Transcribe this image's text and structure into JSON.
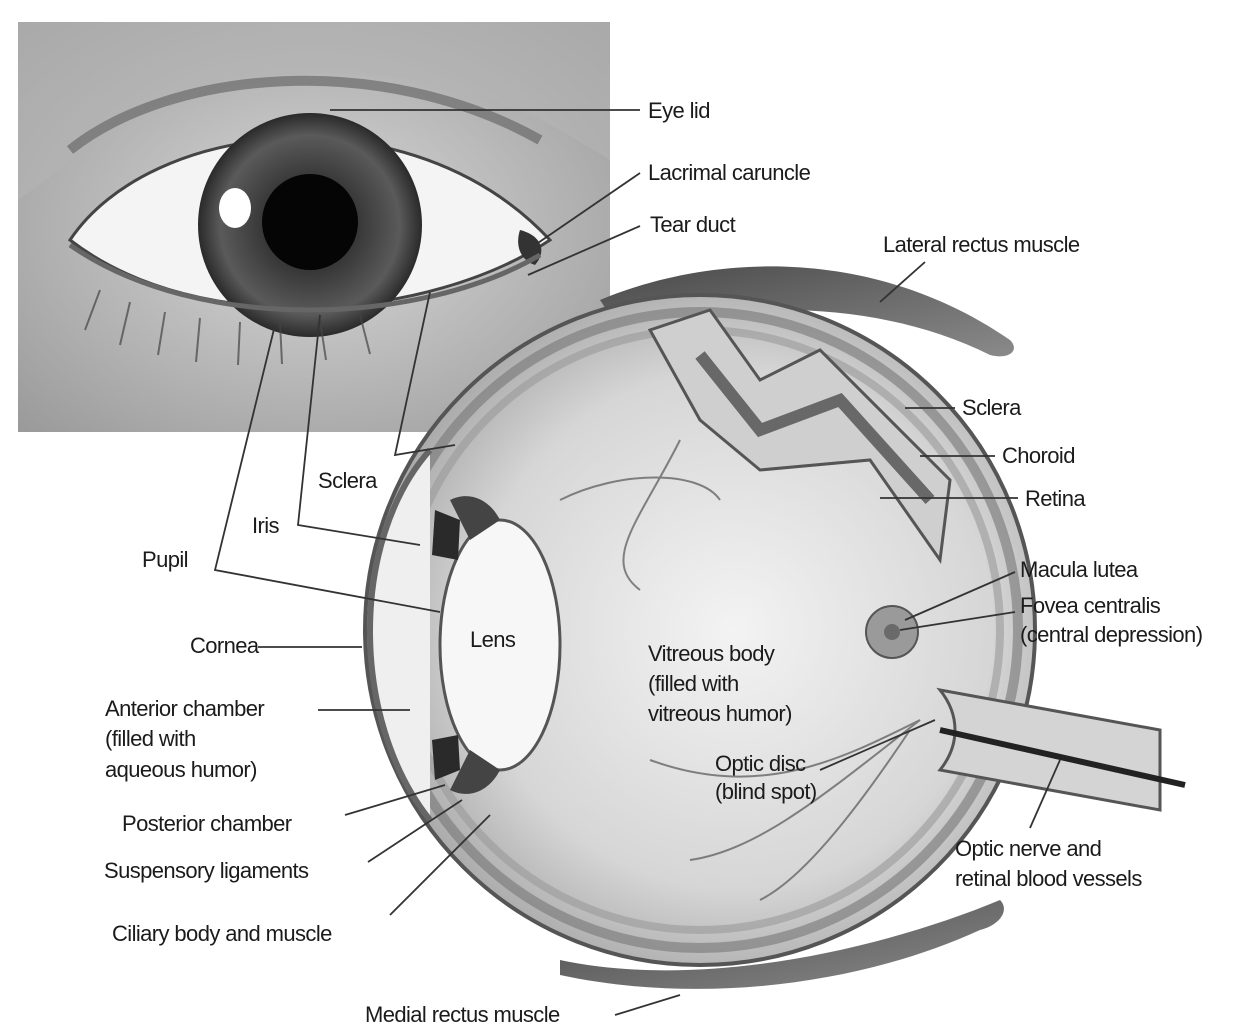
{
  "labels": {
    "eye_lid": "Eye lid",
    "lacrimal_caruncle": "Lacrimal caruncle",
    "tear_duct": "Tear duct",
    "lateral_rectus": "Lateral rectus muscle",
    "sclera_right": "Sclera",
    "choroid": "Choroid",
    "retina": "Retina",
    "macula_lutea": "Macula lutea",
    "fovea_line1": "Fovea centralis",
    "fovea_line2": "(central depression)",
    "sclera_left": "Sclera",
    "iris": "Iris",
    "pupil": "Pupil",
    "cornea": "Cornea",
    "lens": "Lens",
    "vitreous_line1": "Vitreous body",
    "vitreous_line2": "(filled with",
    "vitreous_line3": "vitreous humor)",
    "anterior_line1": "Anterior chamber",
    "anterior_line2": "(filled with",
    "anterior_line3": "aqueous humor)",
    "optic_disc_line1": "Optic disc",
    "optic_disc_line2": "(blind spot)",
    "posterior_chamber": "Posterior chamber",
    "suspensory": "Suspensory ligaments",
    "ciliary": "Ciliary body and muscle",
    "optic_nerve_line1": "Optic nerve and",
    "optic_nerve_line2": "retinal blood vessels",
    "medial_rectus": "Medial rectus muscle"
  }
}
